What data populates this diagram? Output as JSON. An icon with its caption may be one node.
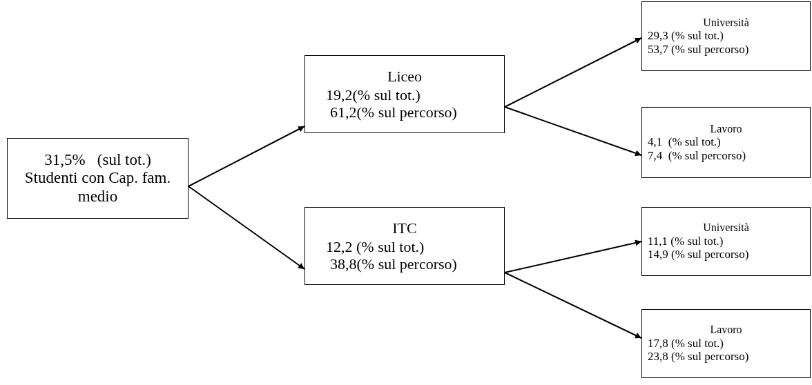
{
  "diagram": {
    "nodes": [
      {
        "text": [
          "31,5%   (sul tot.)",
          "Studenti con Cap. fam. medio"
        ]
      },
      {
        "text": [
          "Liceo",
          "19,2(% sul tot.)",
          "61,2(% sul percorso)"
        ]
      },
      {
        "text": [
          "ITC",
          "12,2 (% sul tot.)",
          "38,8(% sul percorso)"
        ]
      },
      {
        "text": [
          "Università",
          "29,3 (% sul tot.)",
          "53,7 (% sul percorso)"
        ]
      },
      {
        "text": [
          "Lavoro",
          "4,1  (% sul tot.)",
          "7,4  (% sul percorso)"
        ]
      },
      {
        "text": [
          "Università",
          "11,1 (% sul tot.)",
          "14,9 (% sul percorso)"
        ]
      },
      {
        "text": [
          "Lavoro",
          "17,8 (% sul tot.)",
          "23,8 (% sul percorso)"
        ]
      }
    ],
    "edges": [
      {
        "from": 0,
        "to": 1,
        "arrow": "to"
      },
      {
        "from": 0,
        "to": 2,
        "arrow": "to"
      },
      {
        "from": 1,
        "to": 3,
        "arrow": "to"
      },
      {
        "from": 1,
        "to": 4,
        "arrow": "to"
      },
      {
        "from": 2,
        "to": 5,
        "arrow": "to"
      },
      {
        "from": 2,
        "to": 6,
        "arrow": "to"
      }
    ]
  }
}
